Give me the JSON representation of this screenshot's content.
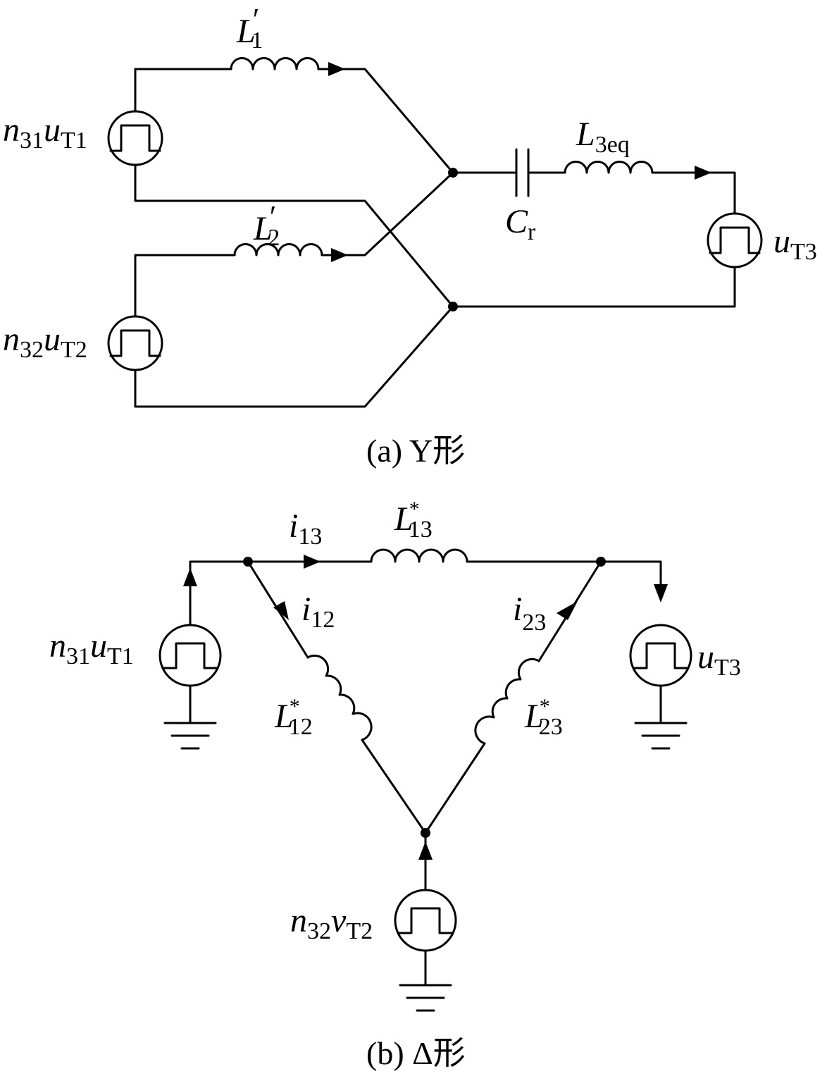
{
  "panel_a": {
    "caption": "(a)  Y形",
    "labels": {
      "L1": {
        "sym": "L",
        "sup": "′",
        "sub": "1"
      },
      "L2": {
        "sym": "L",
        "sup": "′",
        "sub": "2"
      },
      "L3eq": {
        "sym": "L",
        "sub": "3eq"
      },
      "Cr": {
        "sym": "C",
        "sub": "r"
      },
      "src1": {
        "n": "n",
        "nsub": "31",
        "u": "u",
        "usub": "T1"
      },
      "src2": {
        "n": "n",
        "nsub": "32",
        "u": "u",
        "usub": "T2"
      },
      "src3": {
        "u": "u",
        "usub": "T3"
      }
    }
  },
  "panel_b": {
    "caption": "(b)  Δ形",
    "labels": {
      "L13": {
        "sym": "L",
        "sup": "*",
        "sub": "13"
      },
      "L12": {
        "sym": "L",
        "sup": "*",
        "sub": "12"
      },
      "L23": {
        "sym": "L",
        "sup": "*",
        "sub": "23"
      },
      "i13": {
        "sym": "i",
        "sub": "13"
      },
      "i12": {
        "sym": "i",
        "sub": "12"
      },
      "i23": {
        "sym": "i",
        "sub": "23"
      },
      "src1": {
        "n": "n",
        "nsub": "31",
        "u": "u",
        "usub": "T1"
      },
      "src2": {
        "n": "n",
        "nsub": "32",
        "u": "v",
        "usub": "T2"
      },
      "src3": {
        "u": "u",
        "usub": "T3"
      }
    }
  }
}
